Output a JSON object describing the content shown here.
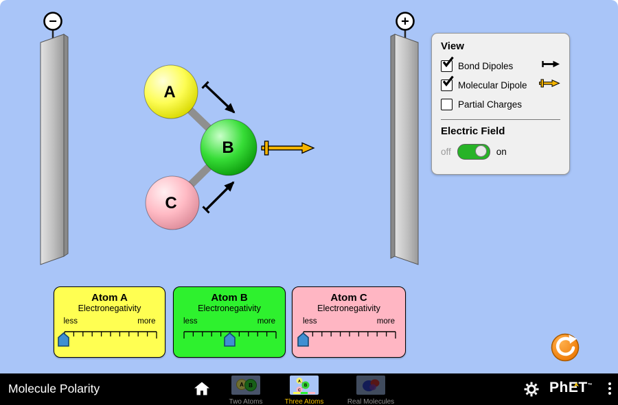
{
  "colors": {
    "background": "#a9c5f8",
    "panel_yellow": "#ffff52",
    "panel_green": "#2ef12e",
    "panel_pink": "#ffb6c3",
    "dipole_yellow": "#f4b400",
    "reset_orange": "#ef7d00",
    "toggle_green": "#27b327",
    "active_screen_label": "#f6c200"
  },
  "plates": {
    "negative_sign": "−",
    "positive_sign": "+"
  },
  "molecule": {
    "atoms": [
      {
        "label": "A"
      },
      {
        "label": "B"
      },
      {
        "label": "C"
      }
    ]
  },
  "view_panel": {
    "title": "View",
    "items": [
      {
        "label": "Bond Dipoles",
        "checked": true
      },
      {
        "label": "Molecular Dipole",
        "checked": true
      },
      {
        "label": "Partial Charges",
        "checked": false
      }
    ],
    "electric_field": {
      "title": "Electric Field",
      "off": "off",
      "on": "on",
      "is_on": true
    }
  },
  "panels": [
    {
      "title": "Atom A",
      "subtitle": "Electronegativity",
      "less": "less",
      "more": "more",
      "value_percent": 0
    },
    {
      "title": "Atom B",
      "subtitle": "Electronegativity",
      "less": "less",
      "more": "more",
      "value_percent": 50
    },
    {
      "title": "Atom C",
      "subtitle": "Electronegativity",
      "less": "less",
      "more": "more",
      "value_percent": 0
    }
  ],
  "navbar": {
    "title": "Molecule Polarity",
    "screens": [
      {
        "label": "Two Atoms",
        "active": false,
        "atoms": [
          "A",
          "B"
        ]
      },
      {
        "label": "Three Atoms",
        "active": true,
        "atoms": [
          "A",
          "B",
          "C"
        ]
      },
      {
        "label": "Real Molecules",
        "active": false,
        "atoms": []
      }
    ],
    "logo": "PhET",
    "trademark": "™"
  }
}
